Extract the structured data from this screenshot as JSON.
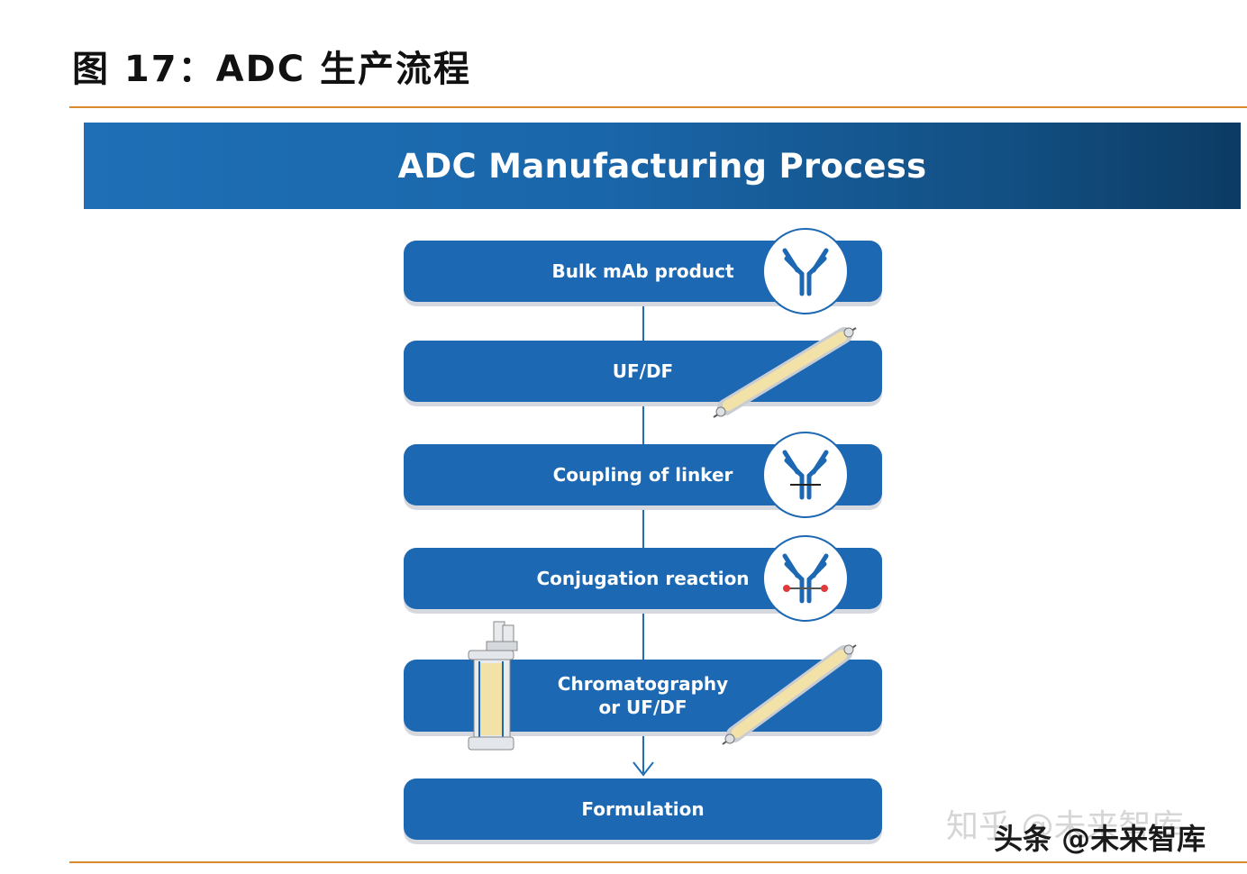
{
  "figure": {
    "title": "图 17：ADC 生产流程"
  },
  "banner": {
    "title": "ADC Manufacturing Process"
  },
  "steps": [
    {
      "label_line1": "Bulk mAb product",
      "label_line2": ""
    },
    {
      "label_line1": "UF/DF",
      "label_line2": ""
    },
    {
      "label_line1": "Coupling of linker",
      "label_line2": ""
    },
    {
      "label_line1": "Conjugation reaction",
      "label_line2": ""
    },
    {
      "label_line1": "Chromatography",
      "label_line2": "or UF/DF"
    },
    {
      "label_line1": "Formulation",
      "label_line2": ""
    }
  ],
  "icons": [
    "antibody-icon",
    "filtration-cartridge-icon",
    "antibody-linker-icon",
    "antibody-drug-conjugate-icon",
    "chromatography-column-icon",
    "arrow-down-icon"
  ],
  "watermark": {
    "line1": "知乎 @未来智库",
    "line2": "头条 @未来智库"
  },
  "colors": {
    "banner": "#1e6fb6",
    "step": "#1c68b3",
    "rule": "#d98a2b",
    "cartridge": "#f3e2a8",
    "drug": "#e23a3a"
  }
}
